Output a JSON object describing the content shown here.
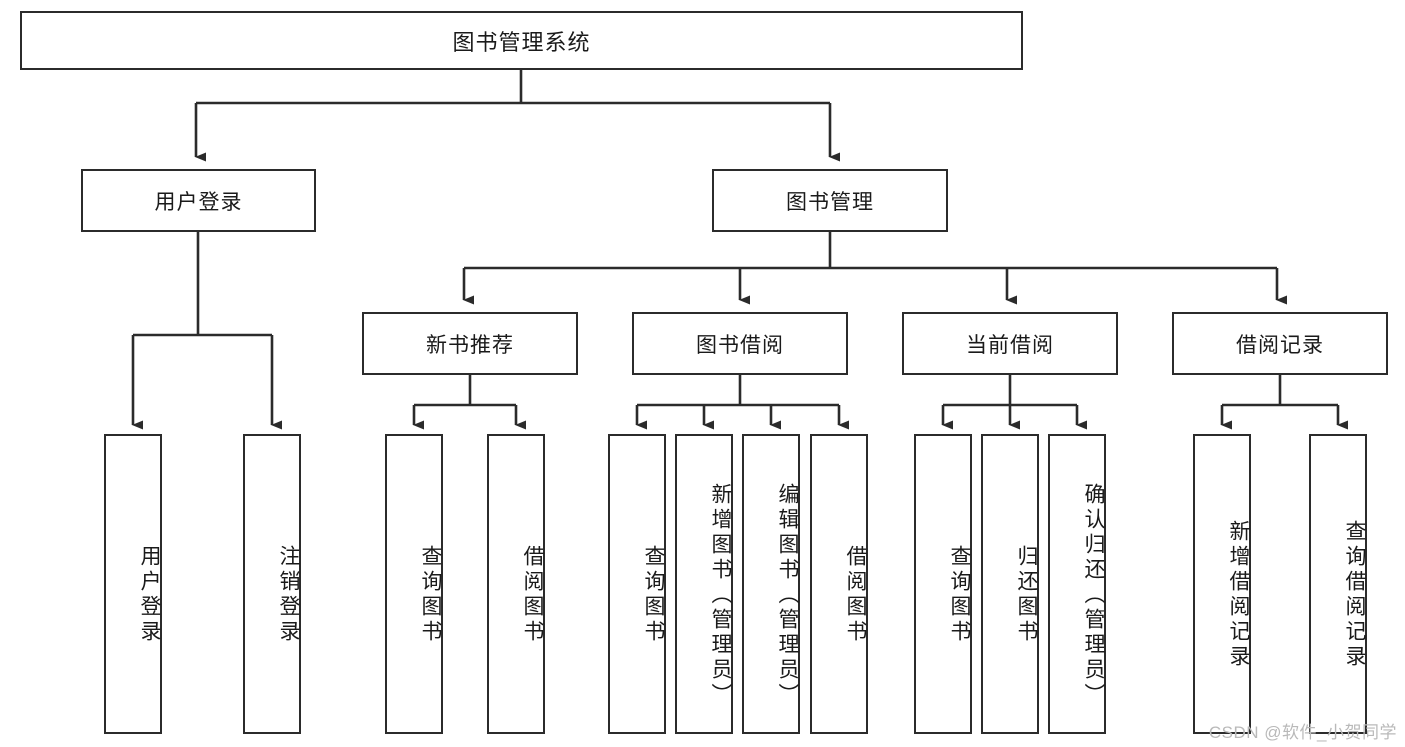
{
  "diagram": {
    "title": "图书管理系统",
    "type": "hierarchy-tree",
    "root": {
      "label": "图书管理系统"
    },
    "level2": [
      {
        "label": "用户登录"
      },
      {
        "label": "图书管理"
      }
    ],
    "level3": [
      {
        "label": "新书推荐"
      },
      {
        "label": "图书借阅"
      },
      {
        "label": "当前借阅"
      },
      {
        "label": "借阅记录"
      }
    ],
    "leaves": {
      "user_login": [
        {
          "label": "用户登录"
        },
        {
          "label": "注销登录"
        }
      ],
      "new_book_recommend": [
        {
          "label": "查询图书"
        },
        {
          "label": "借阅图书"
        }
      ],
      "book_borrow": [
        {
          "label": "查询图书"
        },
        {
          "label": "新增图书（管理员）"
        },
        {
          "label": "编辑图书（管理员）"
        },
        {
          "label": "借阅图书"
        }
      ],
      "current_borrow": [
        {
          "label": "查询图书"
        },
        {
          "label": "归还图书"
        },
        {
          "label": "确认归还（管理员）"
        }
      ],
      "borrow_record": [
        {
          "label": "新增借阅记录"
        },
        {
          "label": "查询借阅记录"
        }
      ]
    }
  },
  "watermark": {
    "text": "CSDN @软件_小贺同学"
  },
  "colors": {
    "border": "#2b2b2b",
    "text": "#1a1a1a",
    "background": "#ffffff",
    "watermark": "#b9b9b9"
  }
}
